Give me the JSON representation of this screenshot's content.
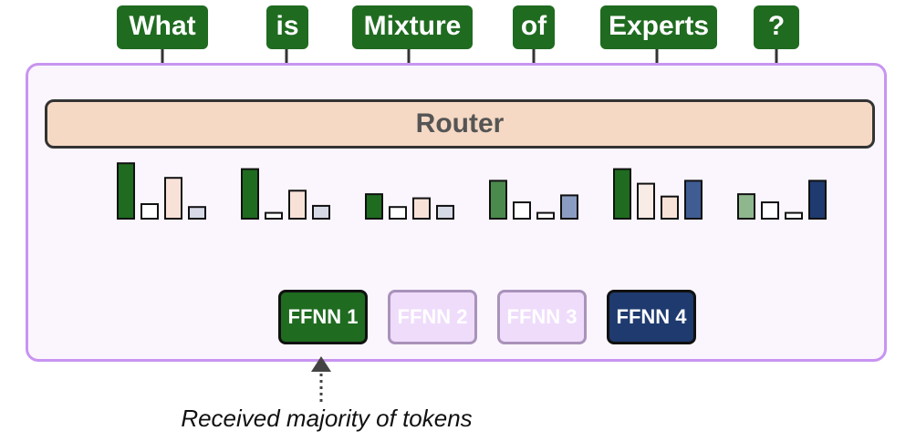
{
  "tokens": [
    "What",
    "is",
    "Mixture",
    "of",
    "Experts",
    "?"
  ],
  "router": {
    "label": "Router"
  },
  "experts": [
    {
      "label": "FFNN 1",
      "state": "active",
      "color": "#1f6b20"
    },
    {
      "label": "FFNN 2",
      "state": "inactive",
      "color": "#efdcfb"
    },
    {
      "label": "FFNN 3",
      "state": "inactive",
      "color": "#efdcfb"
    },
    {
      "label": "FFNN 4",
      "state": "active",
      "color": "#1e3a6e"
    }
  ],
  "routing": {
    "probabilities": [
      [
        0.95,
        0.25,
        0.7,
        0.2
      ],
      [
        0.85,
        0.1,
        0.48,
        0.22
      ],
      [
        0.42,
        0.2,
        0.35,
        0.22
      ],
      [
        0.65,
        0.28,
        0.1,
        0.4
      ],
      [
        0.85,
        0.6,
        0.38,
        0.65
      ],
      [
        0.42,
        0.28,
        0.1,
        0.65
      ]
    ],
    "selected_expert": [
      "FFNN 1",
      "FFNN 1",
      "FFNN 1",
      "FFNN 1",
      "FFNN 1",
      "FFNN 4"
    ]
  },
  "caption": "Received majority of tokens",
  "colors": {
    "token_bg": "#1f6b20",
    "container_border": "#c894f0",
    "router_fill": "#f5d9c4",
    "green_route": "#2e7d32",
    "blue_route": "#1e3a6e"
  }
}
